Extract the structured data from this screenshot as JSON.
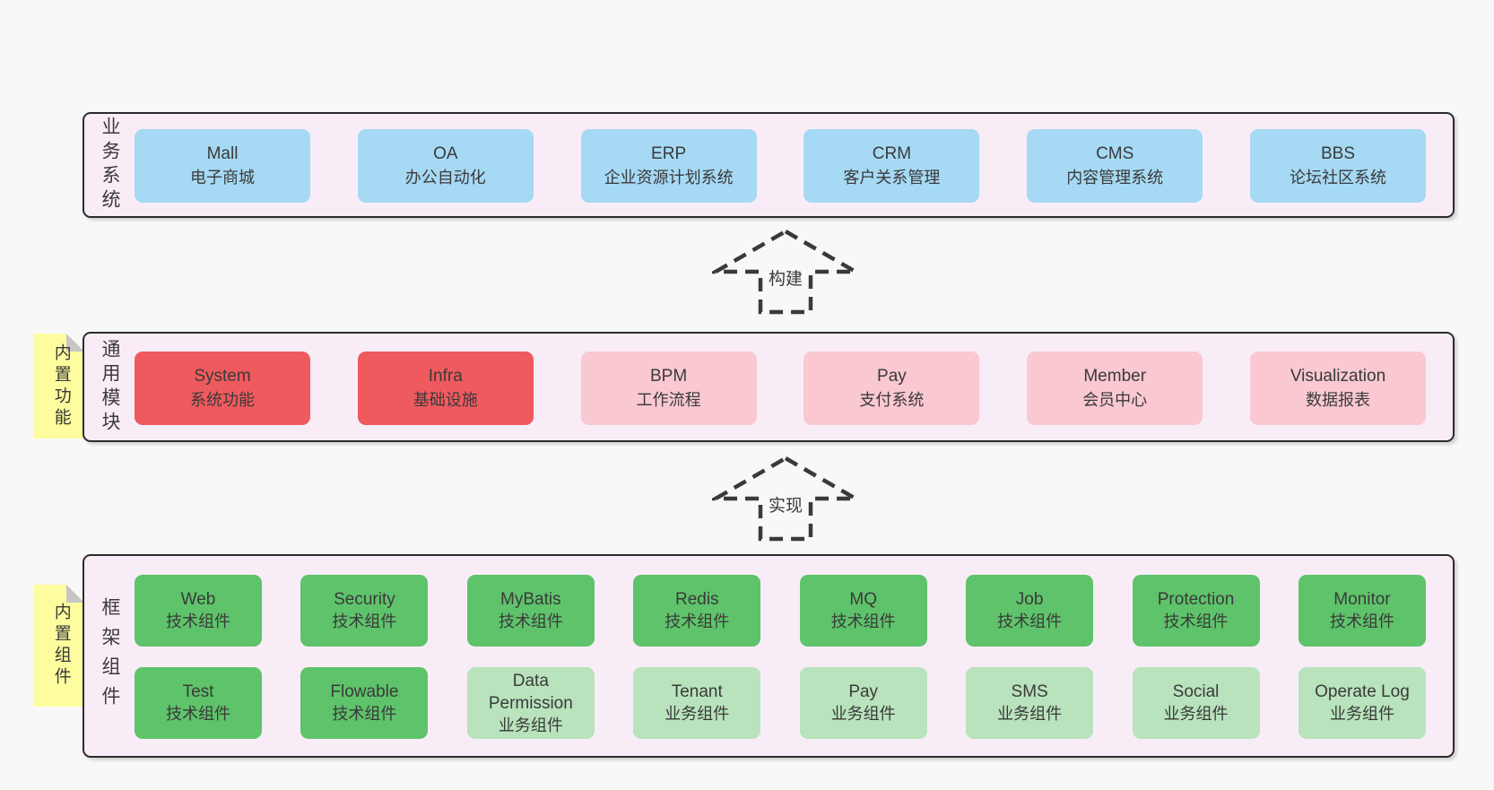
{
  "arrows": [
    {
      "label": "构建"
    },
    {
      "label": "实现"
    }
  ],
  "layers": [
    {
      "name": "business-systems",
      "label": "业务系统",
      "sticky": "",
      "rows": [
        [
          {
            "en": "Mall",
            "zh": "电子商城",
            "tone": "blue"
          },
          {
            "en": "OA",
            "zh": "办公自动化",
            "tone": "blue"
          },
          {
            "en": "ERP",
            "zh": "企业资源计划系统",
            "tone": "blue"
          },
          {
            "en": "CRM",
            "zh": "客户关系管理",
            "tone": "blue"
          },
          {
            "en": "CMS",
            "zh": "内容管理系统",
            "tone": "blue"
          },
          {
            "en": "BBS",
            "zh": "论坛社区系统",
            "tone": "blue"
          }
        ]
      ]
    },
    {
      "name": "common-modules",
      "label": "通用模块",
      "sticky": "内置功能",
      "rows": [
        [
          {
            "en": "System",
            "zh": "系统功能",
            "tone": "red"
          },
          {
            "en": "Infra",
            "zh": "基础设施",
            "tone": "red"
          },
          {
            "en": "BPM",
            "zh": "工作流程",
            "tone": "pink"
          },
          {
            "en": "Pay",
            "zh": "支付系统",
            "tone": "pink"
          },
          {
            "en": "Member",
            "zh": "会员中心",
            "tone": "pink"
          },
          {
            "en": "Visualization",
            "zh": "数据报表",
            "tone": "pink"
          }
        ]
      ]
    },
    {
      "name": "framework-components",
      "label": "框架组件",
      "sticky": "内置组件",
      "rows": [
        [
          {
            "en": "Web",
            "zh": "技术组件",
            "tone": "green"
          },
          {
            "en": "Security",
            "zh": "技术组件",
            "tone": "green"
          },
          {
            "en": "MyBatis",
            "zh": "技术组件",
            "tone": "green"
          },
          {
            "en": "Redis",
            "zh": "技术组件",
            "tone": "green"
          },
          {
            "en": "MQ",
            "zh": "技术组件",
            "tone": "green"
          },
          {
            "en": "Job",
            "zh": "技术组件",
            "tone": "green"
          },
          {
            "en": "Protection",
            "zh": "技术组件",
            "tone": "green"
          },
          {
            "en": "Monitor",
            "zh": "技术组件",
            "tone": "green"
          }
        ],
        [
          {
            "en": "Test",
            "zh": "技术组件",
            "tone": "green"
          },
          {
            "en": "Flowable",
            "zh": "技术组件",
            "tone": "green"
          },
          {
            "en": "Data Permission",
            "zh": "业务组件",
            "tone": "green_light"
          },
          {
            "en": "Tenant",
            "zh": "业务组件",
            "tone": "green_light"
          },
          {
            "en": "Pay",
            "zh": "业务组件",
            "tone": "green_light"
          },
          {
            "en": "SMS",
            "zh": "业务组件",
            "tone": "green_light"
          },
          {
            "en": "Social",
            "zh": "业务组件",
            "tone": "green_light"
          },
          {
            "en": "Operate Log",
            "zh": "业务组件",
            "tone": "green_light"
          }
        ]
      ]
    }
  ],
  "colors": {
    "blue": "#a6d9f4",
    "red": "#ef5a5e",
    "pink": "#f9c8d0",
    "green": "#5ec36a",
    "green_light": "#b8e3bc",
    "sticky": "#fdfc9f",
    "container_bg": "#f8edf7",
    "border": "#2b2b2b",
    "page_bg": "#f8f8f8"
  }
}
